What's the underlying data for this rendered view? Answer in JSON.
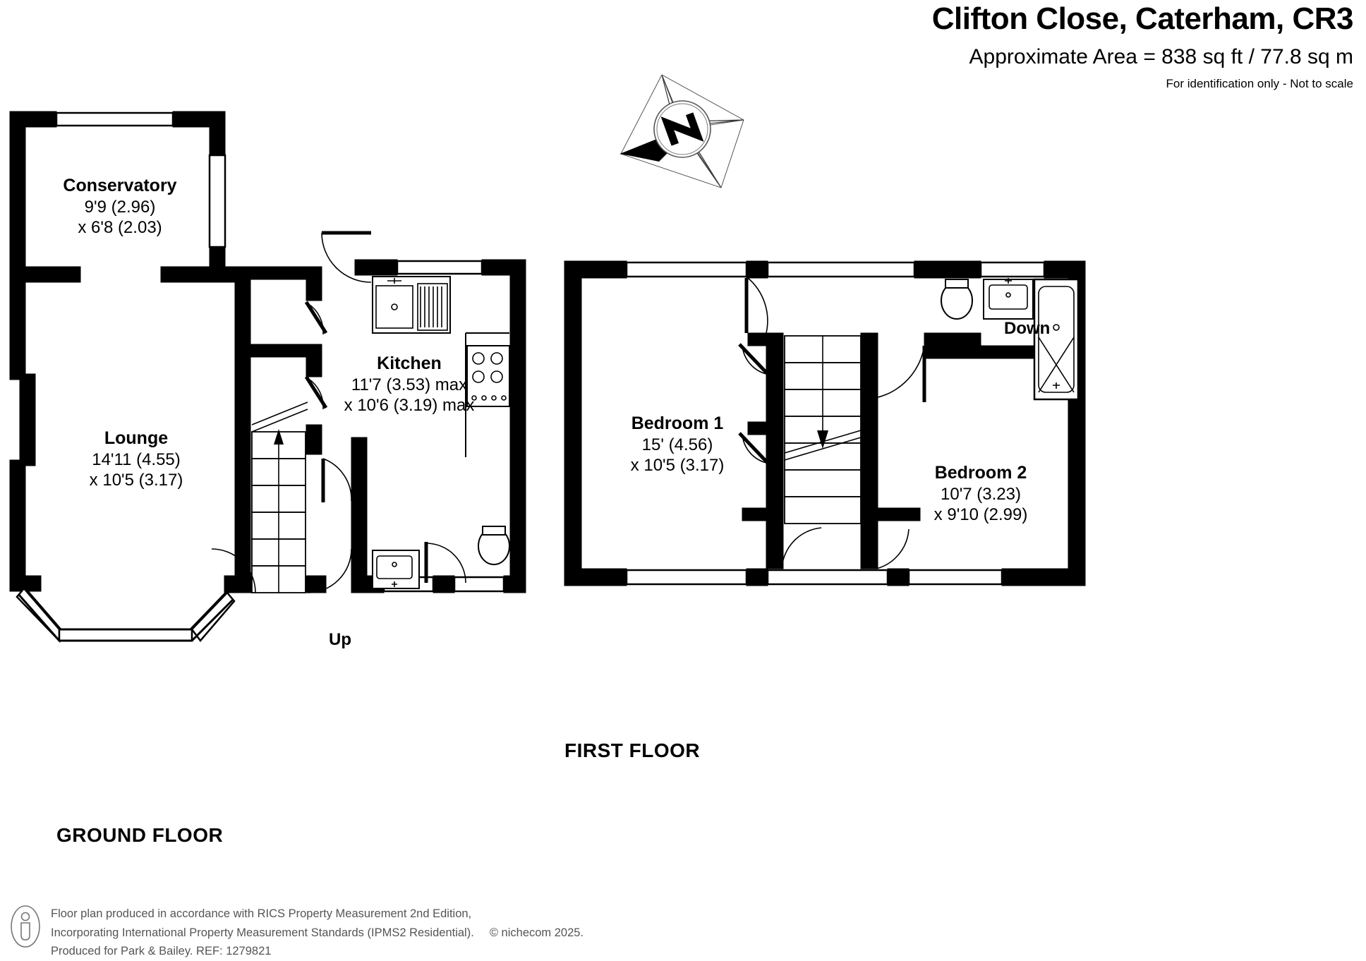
{
  "header": {
    "title": "Clifton Close, Caterham, CR3",
    "area": "Approximate Area = 838 sq ft / 77.8 sq m",
    "notice": "For identification only - Not to scale"
  },
  "compass": {
    "label": "N",
    "icon": "compass-north-icon"
  },
  "floors": [
    {
      "key": "ground",
      "caption": "GROUND FLOOR",
      "rooms": [
        {
          "key": "conservatory",
          "name": "Conservatory",
          "dim_1": "9'9 (2.96)",
          "dim_2": "x 6'8 (2.03)"
        },
        {
          "key": "lounge",
          "name": "Lounge",
          "dim_1": "14'11 (4.55)",
          "dim_2": "x 10'5 (3.17)"
        },
        {
          "key": "kitchen",
          "name": "Kitchen",
          "dim_1": "11'7 (3.53) max",
          "dim_2": "x 10'6 (3.19) max"
        }
      ],
      "stairs": {
        "label": "Up",
        "direction": "up"
      }
    },
    {
      "key": "first",
      "caption": "FIRST FLOOR",
      "rooms": [
        {
          "key": "bedroom-1",
          "name": "Bedroom 1",
          "dim_1": "15' (4.56)",
          "dim_2": "x 10'5 (3.17)"
        },
        {
          "key": "bedroom-2",
          "name": "Bedroom 2",
          "dim_1": "10'7 (3.23)",
          "dim_2": "x 9'10 (2.99)"
        }
      ],
      "stairs": {
        "label": "Down",
        "direction": "down"
      }
    }
  ],
  "footer": {
    "line_1": "Floor plan produced in accordance with RICS Property Measurement 2nd Edition,",
    "line_2": "Incorporating International Property Measurement Standards (IPMS2 Residential).",
    "copyright": "© nichecom 2025.",
    "line_3": "Produced for Park & Bailey.   REF: 1279821",
    "icon": "person-info-icon"
  },
  "colors": {
    "wall": "#000000",
    "background": "#ffffff",
    "footer_text": "#555555",
    "fixture_line": "#1a1a1a"
  }
}
